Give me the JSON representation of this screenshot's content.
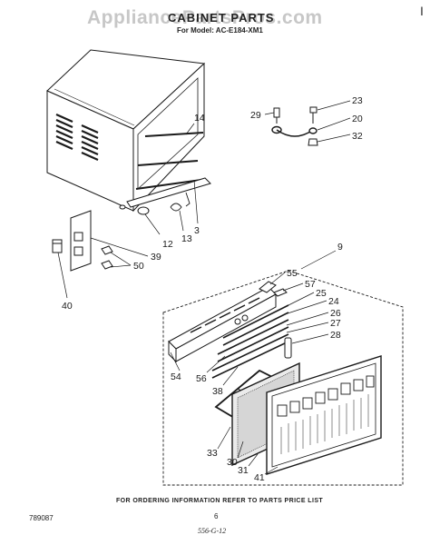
{
  "watermark": "AppliancePartsPros.com",
  "title": "CABINET PARTS",
  "model": "For Model: AC-E184-XM1",
  "footer": "FOR ORDERING INFORMATION REFER TO PARTS PRICE LIST",
  "doc_number": "789087",
  "page_number": "6",
  "page_code": "556-G-12",
  "corner_mark": "I",
  "callouts": {
    "p3": "3",
    "p9": "9",
    "p12": "12",
    "p13": "13",
    "p14": "14",
    "p20": "20",
    "p23": "23",
    "p24": "24",
    "p25": "25",
    "p26": "26",
    "p27": "27",
    "p28": "28",
    "p29": "29",
    "p30": "30",
    "p31": "31",
    "p32": "32",
    "p33": "33",
    "p38": "38",
    "p39": "39",
    "p40": "40",
    "p41": "41",
    "p50": "50",
    "p54": "54",
    "p55": "55",
    "p56": "56",
    "p57": "57"
  }
}
